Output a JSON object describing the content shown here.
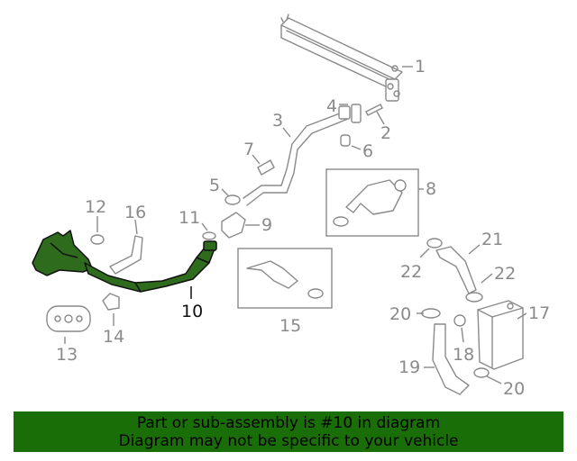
{
  "callouts": {
    "c1": "1",
    "c2": "2",
    "c3": "3",
    "c4": "4",
    "c5": "5",
    "c6": "6",
    "c7": "7",
    "c8": "8",
    "c9": "9",
    "c10": "10",
    "c11": "11",
    "c12": "12",
    "c13": "13",
    "c14": "14",
    "c15": "15",
    "c16": "16",
    "c17": "17",
    "c18": "18",
    "c19": "19",
    "c20a": "20",
    "c20b": "20",
    "c21": "21",
    "c22a": "22",
    "c22b": "22"
  },
  "highlighted_part": "10",
  "colors": {
    "highlight": "#2f6b1c",
    "banner": "#1a6e07",
    "line": "#8a8a8a"
  },
  "banner": {
    "line1": "Part or sub-assembly is #10 in diagram",
    "line2": "Diagram may not be specific to your vehicle"
  }
}
